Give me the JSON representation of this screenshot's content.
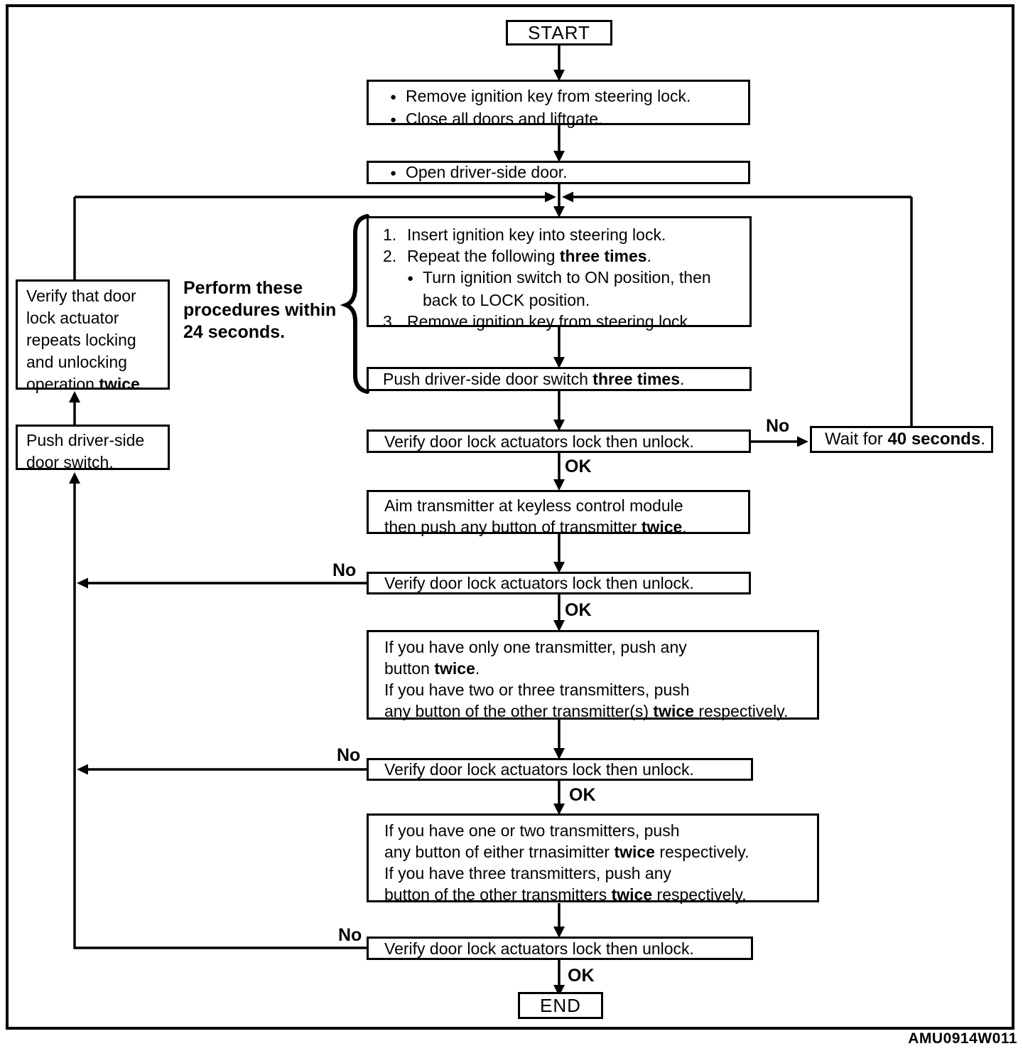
{
  "diagram": {
    "code": "AMU0914W011",
    "glyphs": {
      "bullet": "●"
    },
    "labels": {
      "no": "No",
      "ok": "OK"
    },
    "note": "Perform these\nprocedures within\n24 seconds."
  },
  "nodes": {
    "start": "START",
    "prep": {
      "bullet1": "Remove ignition key from steering lock.",
      "bullet2": "Close all doors and liftgate."
    },
    "open_door": "Open driver-side door.",
    "procedure": {
      "num1": "1.",
      "item1": "Insert ignition key into steering lock.",
      "num2": "2.",
      "item2_pre": "Repeat the following ",
      "item2_bold": "three times",
      "item2_post": ".",
      "sub_line1": "Turn ignition switch to ON position, then",
      "sub_line2": "back to LOCK position.",
      "num3": "3.",
      "item3": "Remove ignition key from steering lock."
    },
    "push_three": {
      "pre": "Push driver-side door switch ",
      "bold": "three times",
      "post": "."
    },
    "verify_actuator": {
      "pre": "Verify that door lock actuator repeats locking and unlocking operation ",
      "bold": "twice",
      "post": "."
    },
    "push_switch": "Push driver-side door switch.",
    "verify_lock_unlock": "Verify door lock actuators lock then unlock.",
    "wait": {
      "pre": "Wait for ",
      "bold": "40 seconds",
      "post": "."
    },
    "aim": {
      "line1": "Aim transmitter at keyless control module",
      "line2_pre": "then push any button of transmitter ",
      "line2_bold": "twice",
      "line2_post": "."
    },
    "one_transmitter": {
      "line1": "If you have only one transmitter, push any",
      "line2_pre": "button ",
      "line2_bold": "twice",
      "line2_post": ".",
      "line3": "If you have two or three transmitters, push",
      "line4_pre": "any button of the other transmitter(s) ",
      "line4_bold": "twice",
      "line4_post": " respectively."
    },
    "two_transmitters": {
      "line1": "If you have one or two transmitters, push",
      "line2_pre": "any button of either trnasimitter ",
      "line2_bold": "twice",
      "line2_post": " respectively.",
      "line3": "If you have three transmitters, push any",
      "line4_pre": "button of the other transmitters ",
      "line4_bold": "twice",
      "line4_post": " respectively."
    },
    "end": "END"
  }
}
